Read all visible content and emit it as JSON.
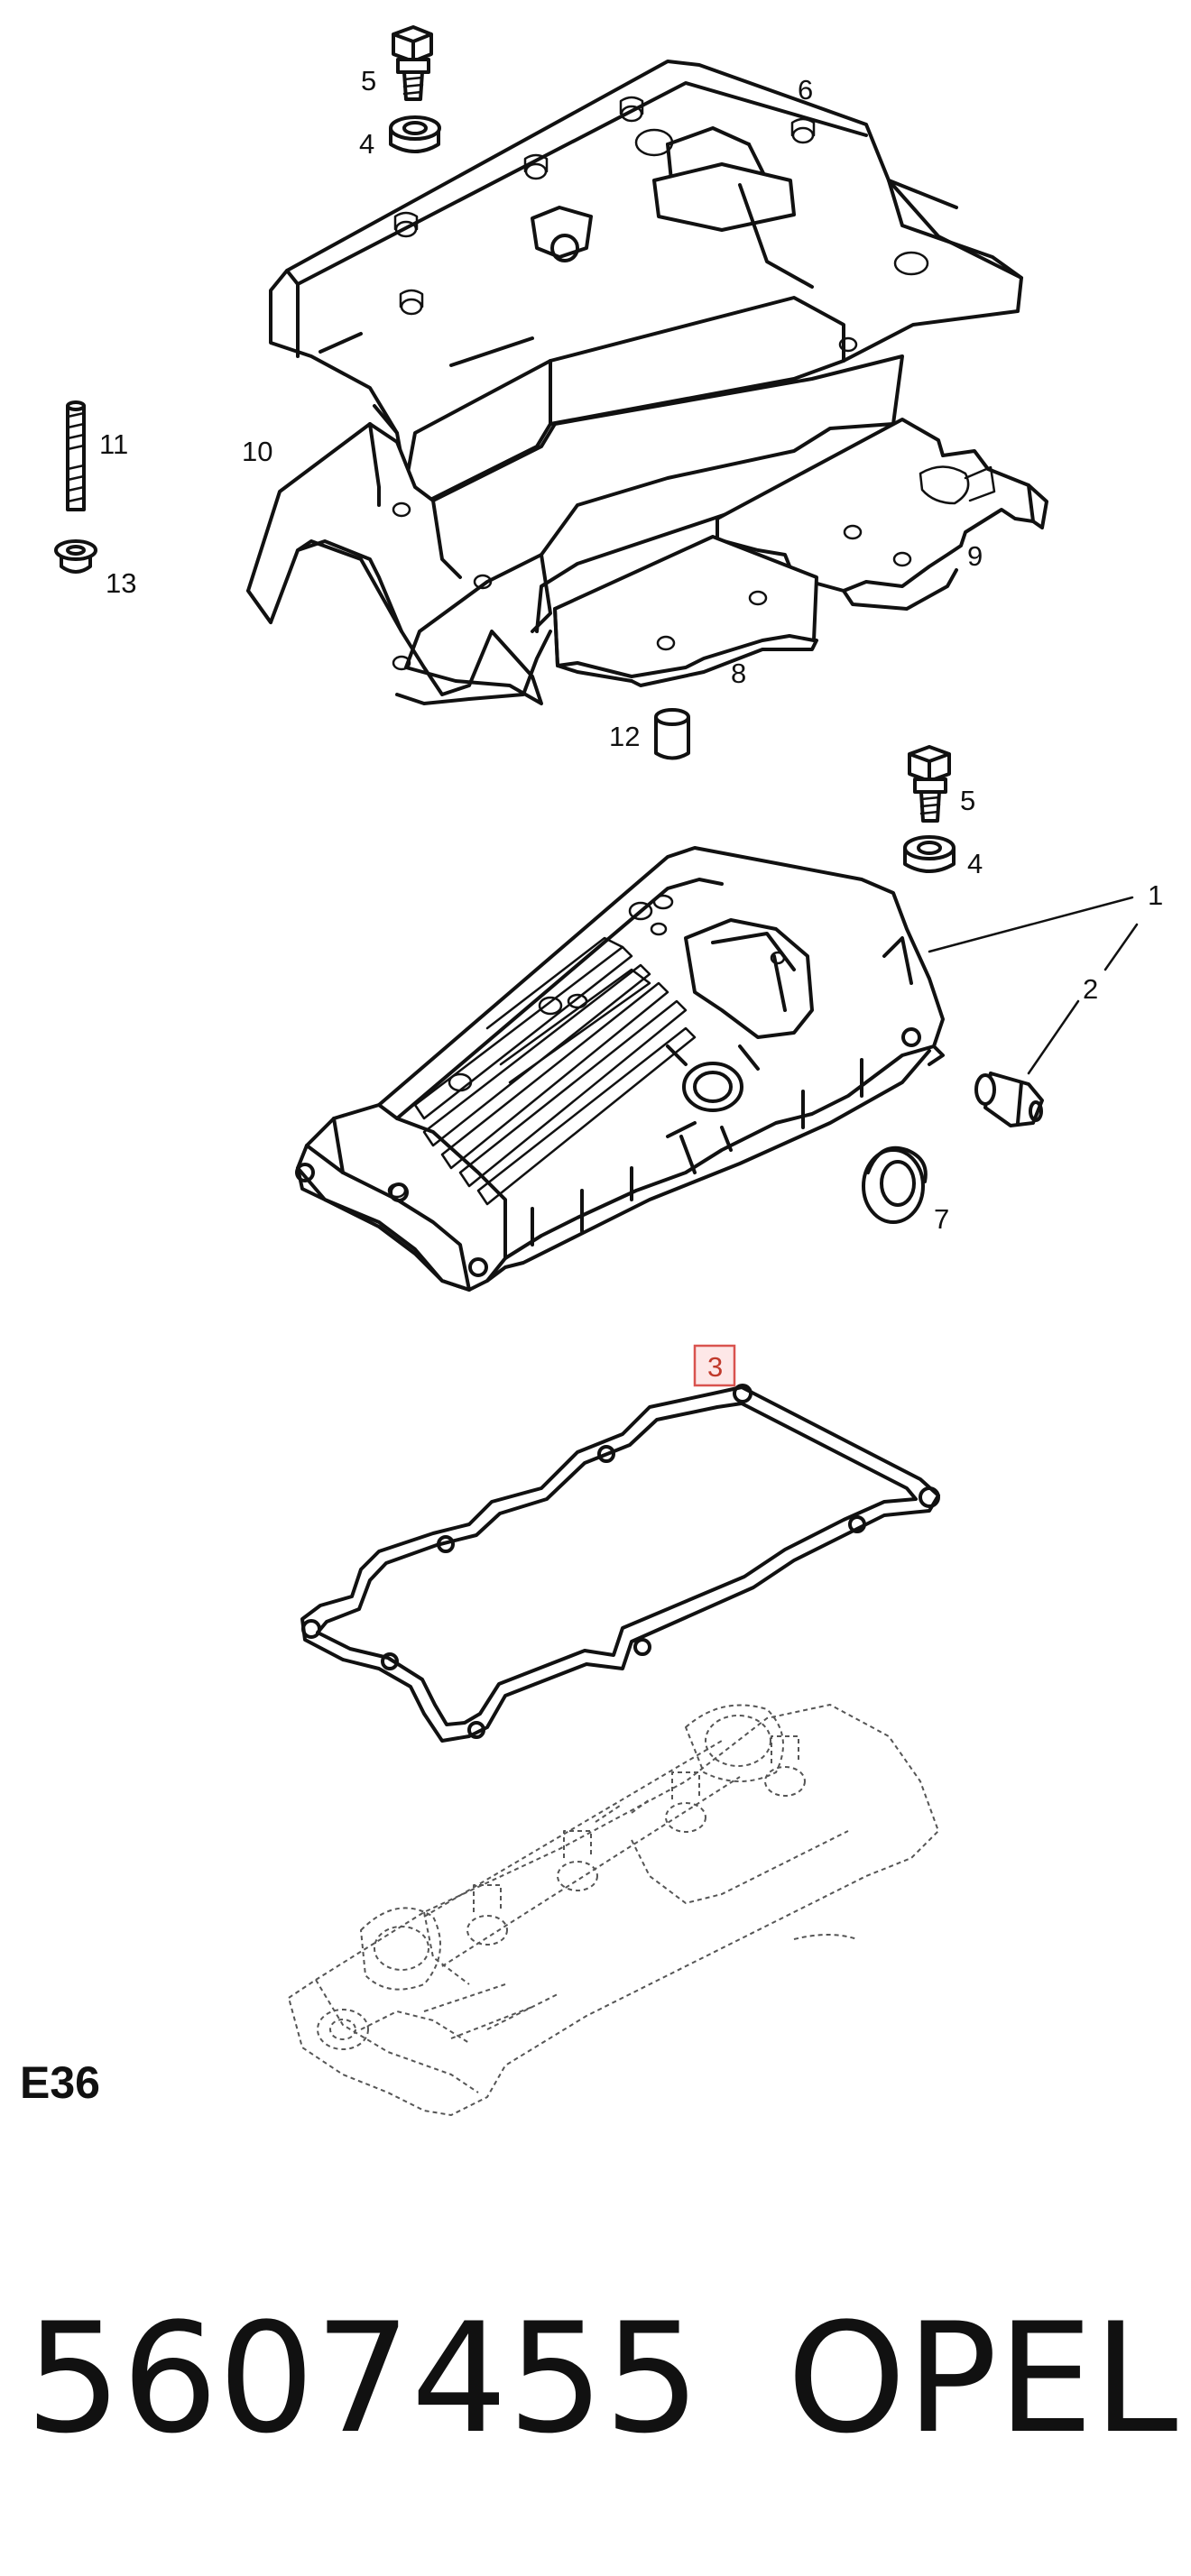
{
  "callouts": [
    {
      "id": "c5a",
      "text": "5"
    },
    {
      "id": "c4a",
      "text": "4"
    },
    {
      "id": "c6",
      "text": "6"
    },
    {
      "id": "c11",
      "text": "11"
    },
    {
      "id": "c10",
      "text": "10"
    },
    {
      "id": "c13",
      "text": "13"
    },
    {
      "id": "c9",
      "text": "9"
    },
    {
      "id": "c8",
      "text": "8"
    },
    {
      "id": "c12",
      "text": "12"
    },
    {
      "id": "c5b",
      "text": "5"
    },
    {
      "id": "c4b",
      "text": "4"
    },
    {
      "id": "c1",
      "text": "1"
    },
    {
      "id": "c2",
      "text": "2"
    },
    {
      "id": "c7",
      "text": "7"
    },
    {
      "id": "c3",
      "text": "3"
    }
  ],
  "section_code": "E36",
  "part_number": "5607455",
  "brand": "OPEL",
  "highlight_color": "#d9534f"
}
